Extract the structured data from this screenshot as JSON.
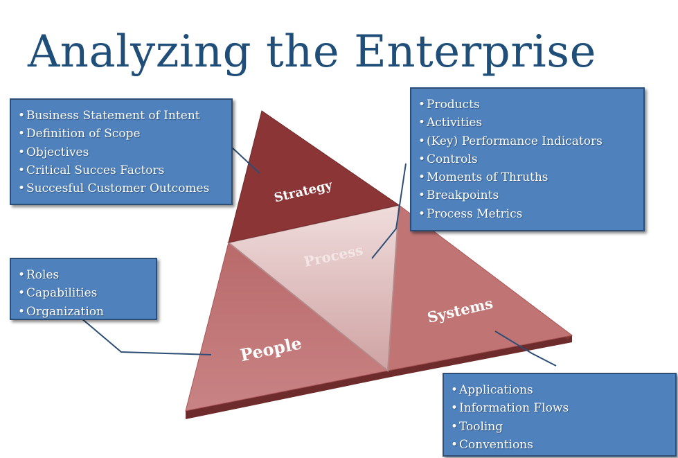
{
  "title": "Analyzing the Enterprise",
  "segments": {
    "strategy": "Strategy",
    "process": "Process",
    "people": "People",
    "systems": "Systems"
  },
  "boxes": {
    "strategy": [
      "Business Statement of Intent",
      "Definition of Scope",
      "Objectives",
      "Critical Succes Factors",
      "Succesful Customer Outcomes"
    ],
    "process": [
      "Products",
      "Activities",
      "(Key) Performance Indicators",
      "Controls",
      "Moments of Thruths",
      "Breakpoints",
      "Process Metrics"
    ],
    "people": [
      "Roles",
      "Capabilities",
      "Organization"
    ],
    "systems": [
      "Applications",
      "Information Flows",
      "Tooling",
      "Conventions"
    ]
  },
  "colors": {
    "title": "#1f4e79",
    "box_fill": "#4f81bd",
    "box_border": "#2c4d75",
    "strategy_fill": "#8b3536",
    "process_fill": "#e3c3c3",
    "people_fill": "#c07474",
    "systems_fill": "#c07474",
    "connector": "#2c4d75"
  }
}
